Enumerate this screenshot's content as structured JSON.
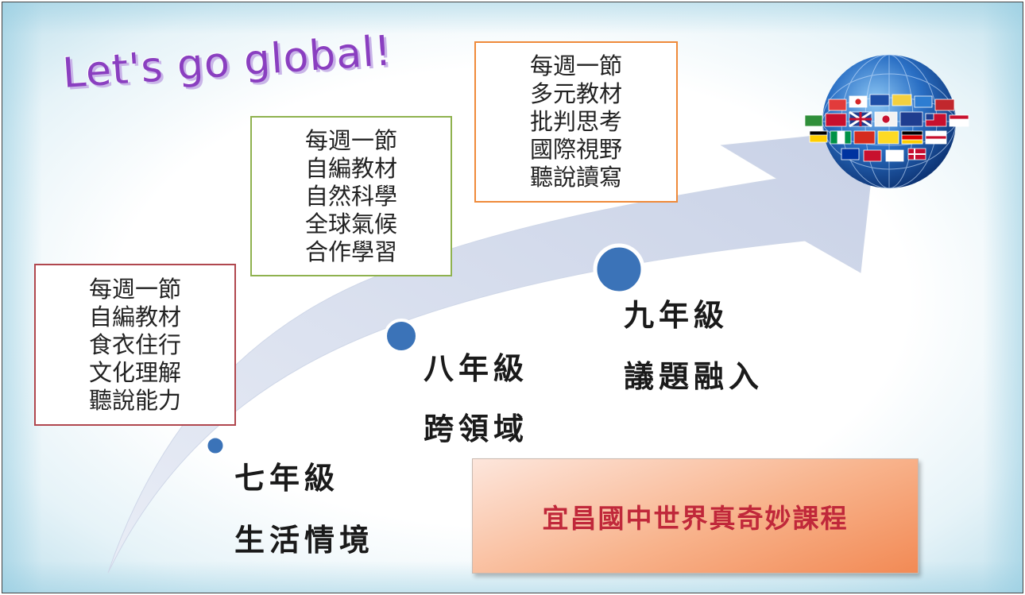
{
  "title": "Let's go global!",
  "grades": [
    {
      "key": "7",
      "grade": "七年級",
      "theme": "生活情境",
      "box": [
        "每週一節",
        "自編教材",
        "食衣住行",
        "文化理解",
        "聽說能力"
      ]
    },
    {
      "key": "8",
      "grade": "八年級",
      "theme": "跨領域",
      "box": [
        "每週一節",
        "自編教材",
        "自然科學",
        "全球氣候",
        "合作學習"
      ]
    },
    {
      "key": "9",
      "grade": "九年級",
      "theme": "議題融入",
      "box": [
        "每週一節",
        "多元教材",
        "批判思考",
        "國際視野",
        "聽說讀寫"
      ]
    }
  ],
  "banner": "宜昌國中世界真奇妙課程",
  "colors": {
    "title": "#8a3fc0",
    "arrow": "#d0d8ea",
    "dot": "#3b73b8",
    "box_7_border": "#b0474e",
    "box_8_border": "#8fb24f",
    "box_9_border": "#ef8a3a",
    "banner_text": "#c0283a"
  },
  "icons": [
    "globe-with-flags-icon"
  ]
}
